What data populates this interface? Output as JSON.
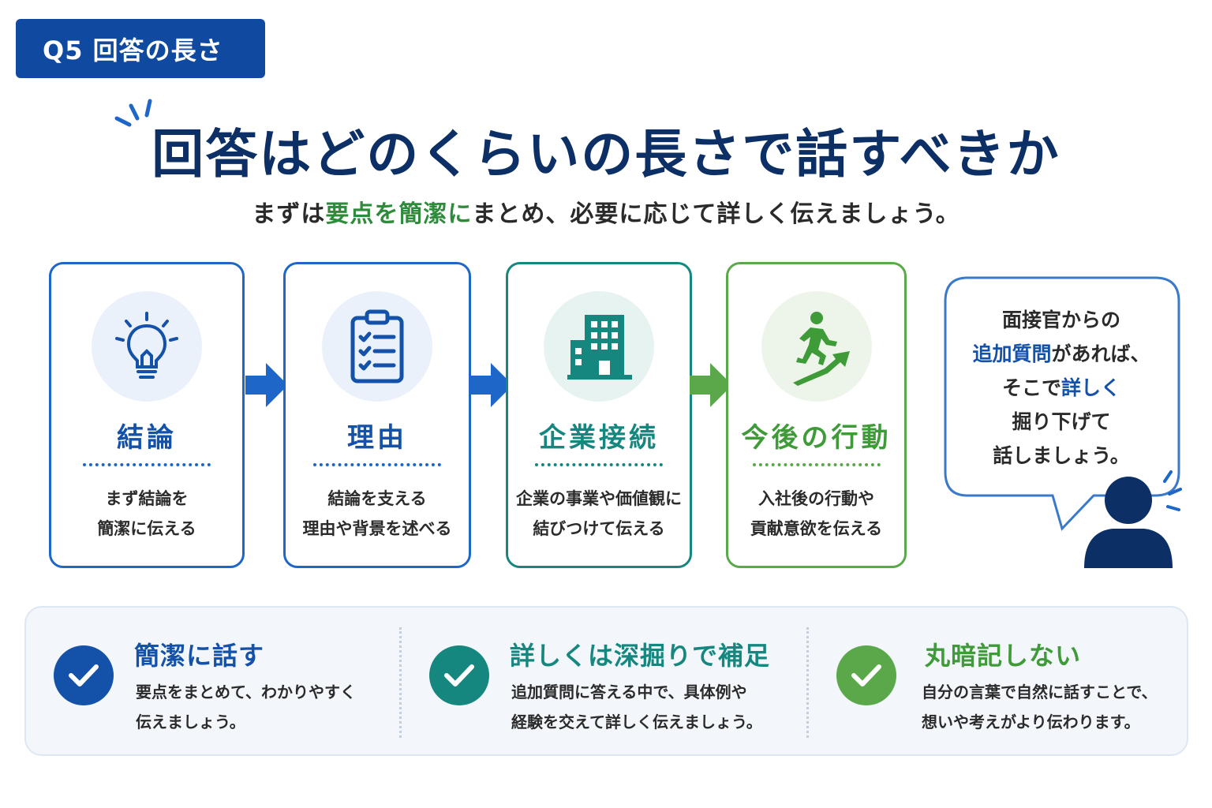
{
  "tag": "Q5 回答の長さ",
  "title": "回答はどのくらいの長さで話すべきか",
  "subtitle": {
    "pre": "まずは",
    "highlight": "要点を簡潔に",
    "post": "まとめ、必要に応じて詳しく伝えましょう。"
  },
  "steps": [
    {
      "title": "結論",
      "icon": "lightbulb-icon",
      "desc1": "まず結論を",
      "desc2": "簡潔に伝える"
    },
    {
      "title": "理由",
      "icon": "clipboard-checklist-icon",
      "desc1": "結論を支える",
      "desc2": "理由や背景を述べる"
    },
    {
      "title": "企業接続",
      "icon": "office-building-icon",
      "desc1": "企業の事業や価値観に",
      "desc2": "結びつけて伝える"
    },
    {
      "title": "今後の行動",
      "icon": "running-person-arrow-icon",
      "desc1": "入社後の行動や",
      "desc2": "貢献意欲を伝える"
    }
  ],
  "bubble": {
    "line1": "面接官からの",
    "line2_hl": "追加質問",
    "line2_rest": "があれば、",
    "line3_pre": "そこで",
    "line3_hl": "詳しく",
    "line4": "掘り下げて",
    "line5": "話しましょう。"
  },
  "points": [
    {
      "title": "簡潔に話す",
      "desc1": "要点をまとめて、わかりやすく",
      "desc2": "伝えましょう。"
    },
    {
      "title": "詳しくは深掘りで補足",
      "desc1": "追加質問に答える中で、具体例や",
      "desc2": "経験を交えて詳しく伝えましょう。"
    },
    {
      "title": "丸暗記しない",
      "desc1": "自分の言葉で自然に話すことで、",
      "desc2": "想いや考えがより伝わります。"
    }
  ],
  "colors": {
    "navy": "#0c2f66",
    "blue": "#1e66c8",
    "teal": "#16877f",
    "green": "#5aa84a",
    "highlight_green": "#2e8b3b"
  }
}
